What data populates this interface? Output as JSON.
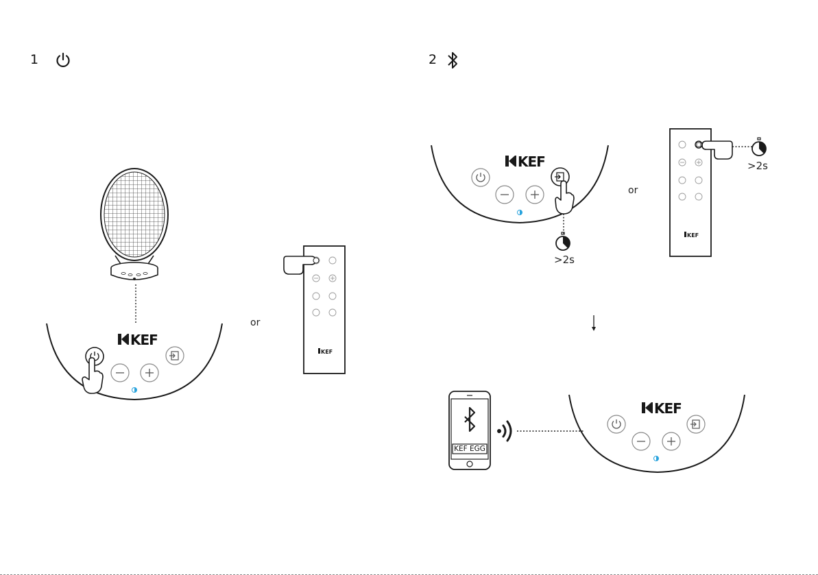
{
  "step1": {
    "number": "1",
    "or_label": "or"
  },
  "step2": {
    "number": "2",
    "or_label": "or",
    "hold_label_panel": ">2s",
    "hold_label_remote": ">2s"
  },
  "brand": {
    "logo_text": "KEF"
  },
  "phone": {
    "device_name": "KEF EGG"
  },
  "colors": {
    "stroke": "#1a1a1a",
    "led": "#29a3dd",
    "background": "#ffffff"
  },
  "icons": [
    "power-icon",
    "bluetooth-icon",
    "source-icon",
    "minus-icon",
    "plus-icon",
    "stopwatch-icon",
    "hand-icon",
    "wifi-signal-icon",
    "arrow-down-icon"
  ]
}
